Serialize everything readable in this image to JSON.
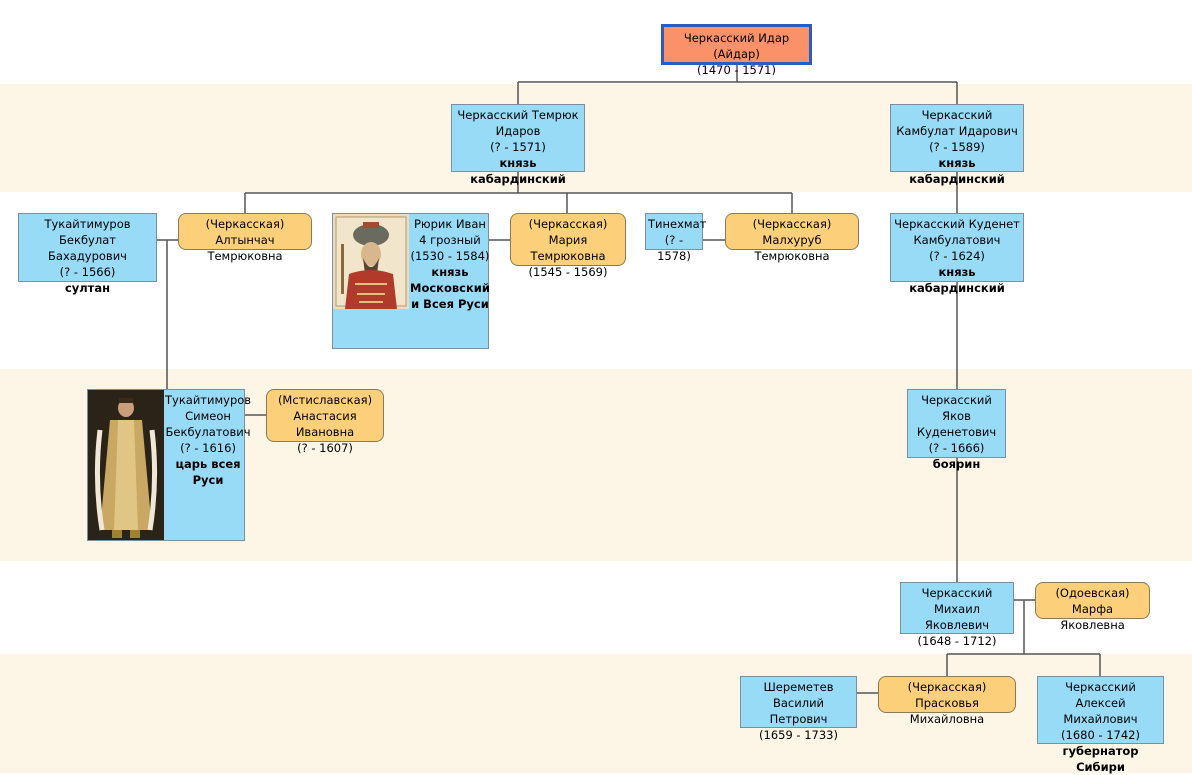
{
  "root": {
    "name": "Черкасский Идар (Айдар)",
    "dates": "(1470 - 1571)"
  },
  "temryuk": {
    "name": "Черкасский Темрюк Идаров",
    "dates": "(? - 1571)",
    "title": "князь кабардинский"
  },
  "kambulat": {
    "name": "Черкасский Камбулат Идарович",
    "dates": "(? - 1589)",
    "title": "князь кабардинский"
  },
  "bekbulat": {
    "name": "Тукайтимуров Бекбулат Бахадурович",
    "dates": "(? - 1566)",
    "title": "султан"
  },
  "altynchach": {
    "name": "(Черкасская) Алтынчач Темрюковна"
  },
  "ivan": {
    "name": "Рюрик Иван 4 грозный",
    "dates": "(1530 - 1584)",
    "title": "князь Московский и Всея Руси"
  },
  "maria": {
    "name": "(Черкасская) Мария Темрюковна",
    "dates": "(1545 - 1569)"
  },
  "tinekhmat": {
    "name": "Тинехмат",
    "dates": "(? - 1578)"
  },
  "malkhurub": {
    "name": "(Черкасская) Малхуруб Темрюковна"
  },
  "kudenet": {
    "name": "Черкасский Куденет Камбулатович",
    "dates": "(? - 1624)",
    "title": "князь кабардинский"
  },
  "simeon": {
    "name": "Тукайтимуров Симеон Бекбулатович",
    "dates": "(? - 1616)",
    "title": "царь всея Руси"
  },
  "anastasia": {
    "name": "(Мстиславская) Анастасия Ивановна",
    "dates": "(? - 1607)"
  },
  "yakov": {
    "name": "Черкасский Яков Куденетович",
    "dates": "(? - 1666)",
    "title": "боярин"
  },
  "mikhail": {
    "name": "Черкасский Михаил Яковлевич",
    "dates": "(1648 - 1712)"
  },
  "marfa": {
    "name": "(Одоевская) Марфа Яковлевна"
  },
  "sheremetev": {
    "name": "Шереметев Василий Петрович",
    "dates": "(1659 - 1733)"
  },
  "praskovya": {
    "name": "(Черкасская) Прасковья Михайловна"
  },
  "aleksey": {
    "name": "Черкасский Алексей Михайлович",
    "dates": "(1680 - 1742)",
    "title": "губернатор Сибири"
  },
  "colors": {
    "male": "#97dbf7",
    "female": "#fcd07a",
    "root": "#fb9168",
    "root_border": "#2d5bbf",
    "band": "#fdf5e6",
    "line": "#555555"
  }
}
